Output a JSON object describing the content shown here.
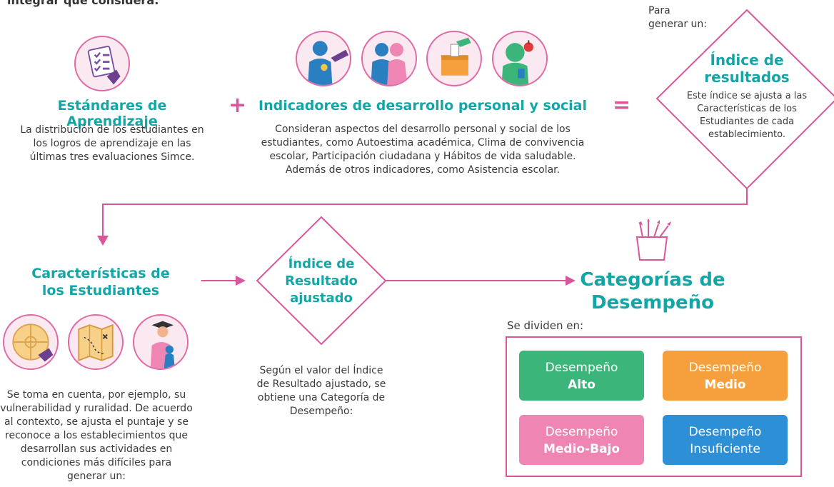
{
  "header": {
    "cut_title": "integrar que considera:"
  },
  "stage1": {
    "standards": {
      "title": "Estándares de Aprendizaje",
      "lines": [
        "La distribución de los estudiantes en",
        "los logros de aprendizaje en las",
        "últimas tres evaluaciones Simce."
      ],
      "icon": "checklist-icon"
    },
    "plus": "+",
    "indicators": {
      "title": "Indicadores de desarrollo personal y social",
      "lines": [
        "Consideran aspectos del desarrollo personal y social de los",
        "estudiantes, como Autoestima académica, Clima de convivencia",
        "escolar, Participación ciudadana y Hábitos de vida saludable.",
        "Además de otros indicadores, como Asistencia escolar."
      ],
      "icons": [
        "medal-person-icon",
        "two-people-icon",
        "ballot-box-icon",
        "eating-apple-icon"
      ]
    },
    "equals": "=",
    "result": {
      "pre_lines": [
        "Para",
        "generar un:"
      ],
      "title_lines": [
        "Índice de",
        "resultados"
      ],
      "lines": [
        "Este índice se ajusta a las",
        "Características de los",
        "Estudiantes de cada",
        "establecimiento."
      ]
    }
  },
  "stage2": {
    "characteristics": {
      "title_lines": [
        "Características de",
        "los Estudiantes"
      ],
      "icons": [
        "compass-icon",
        "treasure-map-icon",
        "graduate-mother-icon"
      ],
      "lines": [
        "Se toma en cuenta, por ejemplo, su",
        "vulnerabilidad y ruralidad. De acuerdo",
        "al contexto, se ajusta el puntaje y se",
        "reconoce a los establecimientos que",
        "desarrollan sus actividades en",
        "condiciones más difíciles para",
        "generar un:"
      ]
    },
    "adjusted": {
      "title_lines": [
        "Índice de",
        "Resultado",
        "ajustado"
      ],
      "lines": [
        "Según el valor del Índice",
        "de Resultado ajustado, se",
        "obtiene una Categoría de",
        "Desempeño:"
      ]
    },
    "categories": {
      "title_lines": [
        "Categorías de",
        "Desempeño"
      ],
      "icon": "pencil-cup-icon",
      "subtitle": "Se dividen en:",
      "boxes": [
        {
          "top": "Desempeño",
          "bottom": "Alto",
          "color": "#3bb57a"
        },
        {
          "top": "Desempeño",
          "bottom": "Medio",
          "color": "#f5a03c"
        },
        {
          "top": "Desempeño",
          "bottom": "Medio-Bajo",
          "color": "#ee85b2"
        },
        {
          "top": "Desempeño",
          "bottom": "Insuficiente",
          "color": "#2d8fd5"
        }
      ]
    }
  },
  "colors": {
    "accent_pink": "#d9569a",
    "teal": "#14a6a6"
  }
}
